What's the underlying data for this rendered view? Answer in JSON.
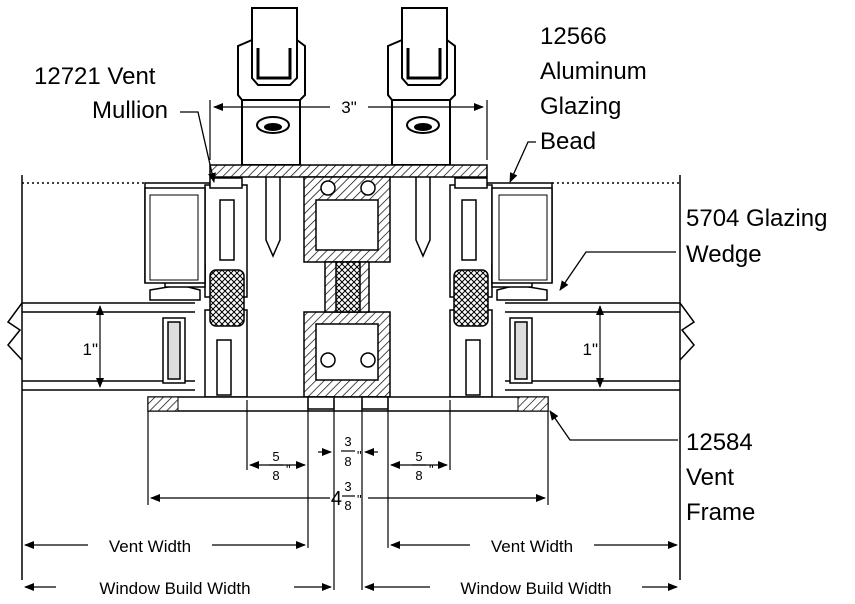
{
  "callouts": {
    "vent_mullion": [
      "12721 Vent",
      "Mullion"
    ],
    "glazing_bead": [
      "12566",
      "Aluminum",
      "Glazing",
      "Bead"
    ],
    "glazing_wedge": [
      "5704 Glazing",
      "Wedge"
    ],
    "vent_frame": [
      "12584",
      "Vent",
      "Frame"
    ]
  },
  "dimensions": {
    "top_width": "3\"",
    "glass_left": "1\"",
    "glass_right": "1\"",
    "left_offset": {
      "num": "5",
      "den": "8",
      "unit": "\""
    },
    "gap": {
      "num": "3",
      "den": "8",
      "unit": "\""
    },
    "right_offset": {
      "num": "5",
      "den": "8",
      "unit": "\""
    },
    "overall": {
      "whole": "4",
      "num": "3",
      "den": "8",
      "unit": "\""
    },
    "vent_width_left": "Vent Width",
    "vent_width_right": "Vent Width",
    "window_build_left": "Window Build Width",
    "window_build_right": "Window Build Width"
  }
}
